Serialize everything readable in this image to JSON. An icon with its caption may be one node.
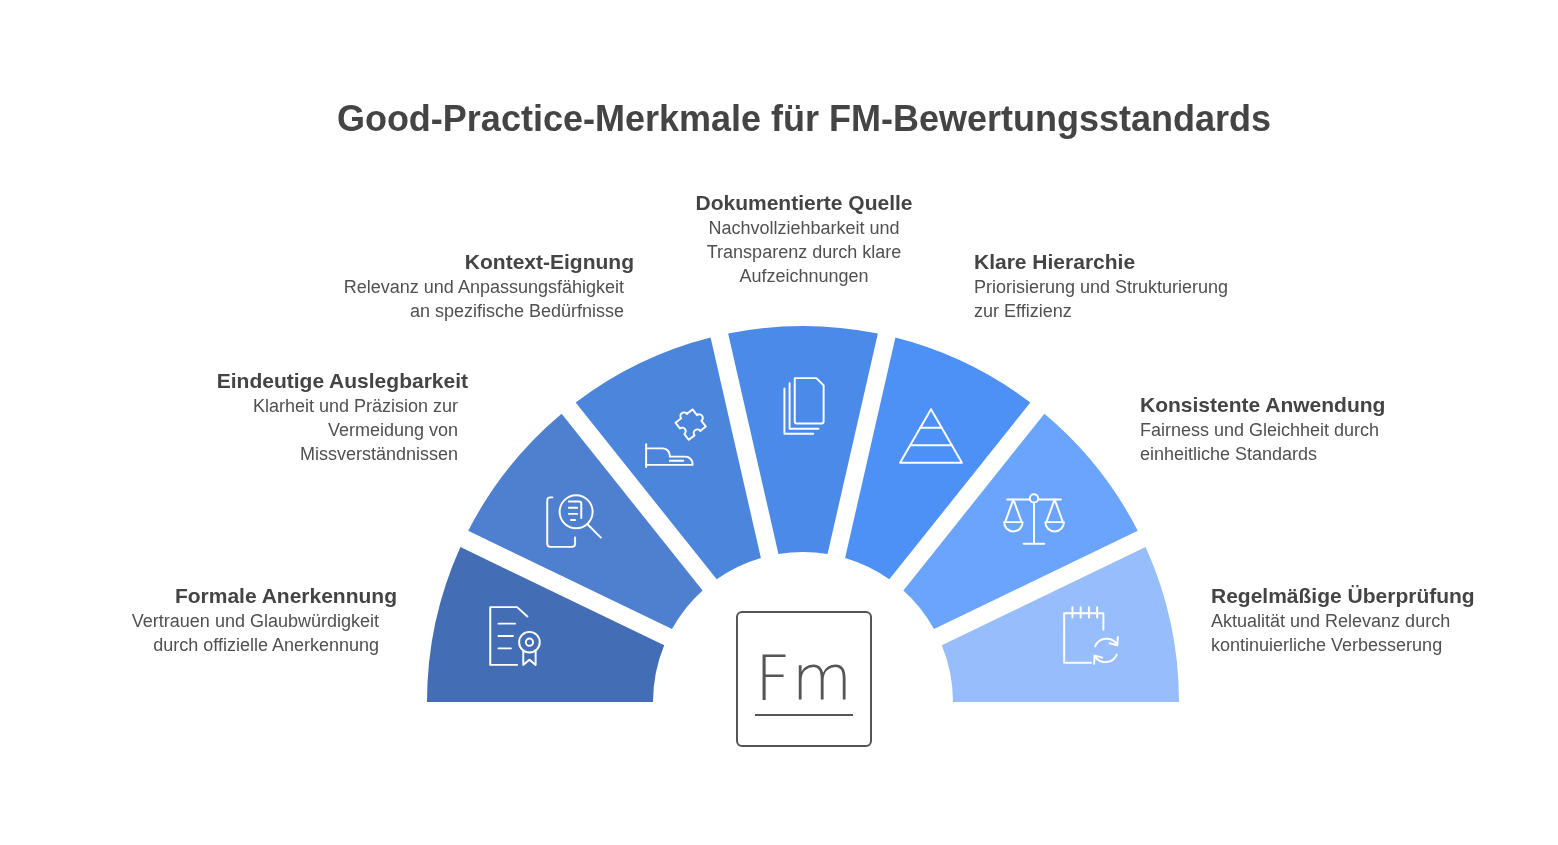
{
  "diagram": {
    "title": "Good-Practice-Merkmale für FM-Bewertungsstandards",
    "nodes": [
      {
        "text": [],
        "shape": "wedge",
        "beside": [
          "Formale Anerkennung",
          "Vertrauen und Glaubwürdigkeit durch offizielle Anerkennung"
        ]
      },
      {
        "text": [],
        "shape": "wedge",
        "beside": [
          "Eindeutige Auslegbarkeit",
          "Klarheit und Präzision zur Vermeidung von Missverständnissen"
        ]
      },
      {
        "text": [],
        "shape": "wedge",
        "beside": [
          "Kontext-Eignung",
          "Relevanz und Anpassungsfähigkeit an spezifische Bedürfnisse"
        ]
      },
      {
        "text": [],
        "shape": "wedge",
        "beside": [
          "Dokumentierte Quelle",
          "Nachvollziehbarkeit und Transparenz durch klare Aufzeichnungen"
        ]
      },
      {
        "text": [],
        "shape": "wedge",
        "beside": [
          "Klare Hierarchie",
          "Priorisierung und Strukturierung zur Effizienz"
        ]
      },
      {
        "text": [],
        "shape": "wedge",
        "beside": [
          "Konsistente Anwendung",
          "Fairness und Gleichheit durch einheitliche Standards"
        ]
      },
      {
        "text": [],
        "shape": "wedge",
        "beside": [
          "Regelmäßige Überprüfung",
          "Aktualität und Relevanz durch kontinuierliche Verbesserung"
        ]
      },
      {
        "text": [
          "Fm"
        ]
      }
    ],
    "edges": []
  }
}
